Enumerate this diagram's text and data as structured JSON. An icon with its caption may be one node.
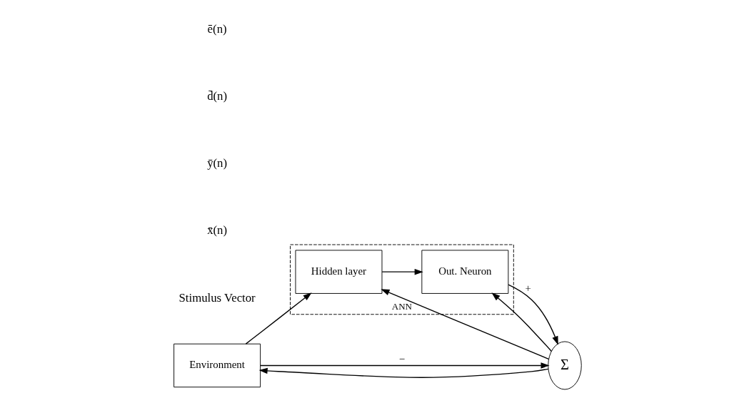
{
  "diagram": {
    "nodes": [
      {
        "text": [
          "Environment"
        ]
      },
      {
        "text": [
          "ANN"
        ]
      },
      {
        "text": [
          "Hidden layer"
        ],
        "in": 1
      },
      {
        "text": [
          "Out. Neuron"
        ],
        "in": 1
      },
      {
        "text": [
          "Σ"
        ]
      }
    ],
    "edges": [
      {
        "from": 0,
        "to": 2,
        "arrow": "to"
      },
      {
        "from": 2,
        "to": 3,
        "arrow": "to"
      },
      {
        "from": 3,
        "to": 4,
        "arrow": "to",
        "label": "+"
      },
      {
        "from": 0,
        "to": 4,
        "arrow": "to",
        "label": "−"
      },
      {
        "from": 4,
        "to": 0,
        "arrow": "to"
      },
      {
        "from": 4,
        "to": 2,
        "arrow": "to"
      },
      {
        "from": 4,
        "to": 3,
        "arrow": "to"
      }
    ],
    "labels": [
      "Stimulus Vector",
      "x̄(n)",
      "ȳ(n)",
      "d̄(n)",
      "ē(n)"
    ]
  }
}
